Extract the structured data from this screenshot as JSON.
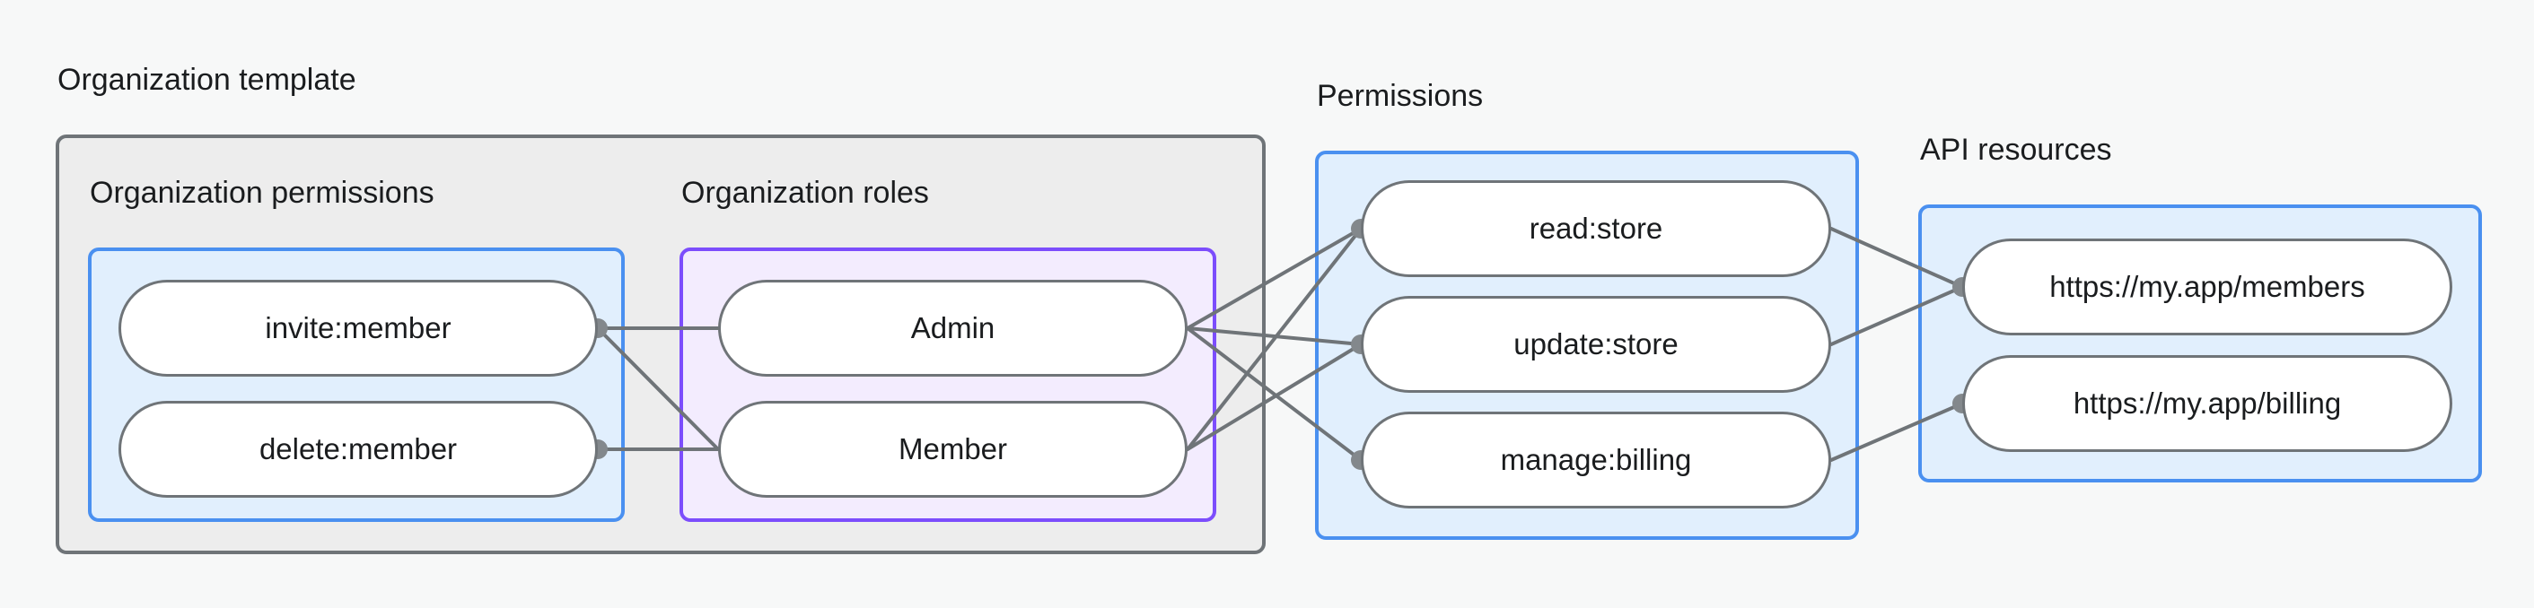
{
  "diagram": {
    "title_visible": false,
    "background_color": "#f7f8f8",
    "groups": [
      {
        "id": "organization-template",
        "label": "Organization template",
        "border_color": "#6f7478",
        "fill_color": "#ededed",
        "subgroups": [
          {
            "id": "organization-permissions",
            "label": "Organization permissions",
            "border_color": "#4a90f0",
            "fill_color": "#e1effd",
            "nodes": [
              {
                "id": "invite-member",
                "label": "invite:member"
              },
              {
                "id": "delete-member",
                "label": "delete:member"
              }
            ]
          },
          {
            "id": "organization-roles",
            "label": "Organization roles",
            "border_color": "#7c4dfc",
            "fill_color": "#f3ecfe",
            "nodes": [
              {
                "id": "admin",
                "label": "Admin"
              },
              {
                "id": "member",
                "label": "Member"
              }
            ]
          }
        ]
      },
      {
        "id": "permissions",
        "label": "Permissions",
        "border_color": "#4a90f0",
        "fill_color": "#e1effd",
        "nodes": [
          {
            "id": "read-store",
            "label": "read:store"
          },
          {
            "id": "update-store",
            "label": "update:store"
          },
          {
            "id": "manage-billing",
            "label": "manage:billing"
          }
        ]
      },
      {
        "id": "api-resources",
        "label": "API resources",
        "border_color": "#4a90f0",
        "fill_color": "#e1effd",
        "nodes": [
          {
            "id": "members-url",
            "label": "https://my.app/members"
          },
          {
            "id": "billing-url",
            "label": "https://my.app/billing"
          }
        ]
      }
    ],
    "edges": [
      {
        "from": "invite-member",
        "to": "admin"
      },
      {
        "from": "invite-member",
        "to": "member"
      },
      {
        "from": "delete-member",
        "to": "member"
      },
      {
        "from": "admin",
        "to": "read-store"
      },
      {
        "from": "admin",
        "to": "update-store"
      },
      {
        "from": "admin",
        "to": "manage-billing"
      },
      {
        "from": "member",
        "to": "read-store"
      },
      {
        "from": "member",
        "to": "update-store"
      },
      {
        "from": "read-store",
        "to": "members-url"
      },
      {
        "from": "update-store",
        "to": "members-url"
      },
      {
        "from": "manage-billing",
        "to": "billing-url"
      }
    ],
    "edge_color": "#6f7478",
    "connector_dot_color": "#83888c"
  }
}
